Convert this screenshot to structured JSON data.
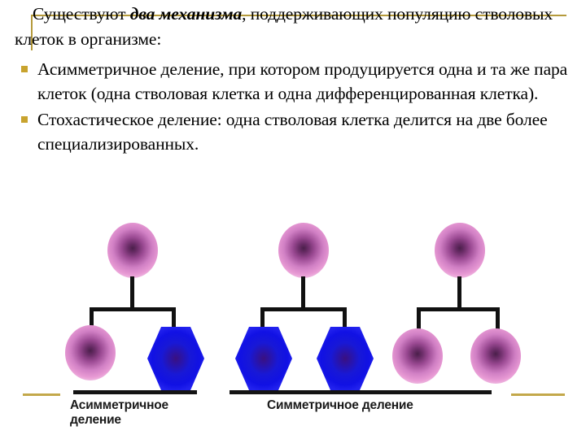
{
  "slide": {
    "lead_paragraph": {
      "before": "Существуют ",
      "emphasis": "два механизма",
      "after": ", поддерживающих популяцию стволовых клеток в организме:"
    },
    "bullets": [
      "Асимметричное деление, при котором продуцируется одна и та же пара клеток (одна стволовая клетка и одна дифференцированная клетка).",
      "Стохастическое деление: одна стволовая клетка делится на две более специализированных."
    ]
  },
  "diagram": {
    "captions": {
      "asymmetric": "Асимметричное деление",
      "symmetric": "Симметричное деление"
    },
    "groups": [
      {
        "id": "asymmetric",
        "parent_type": "stem-cell",
        "children": [
          "stem-cell",
          "differentiated-cell"
        ]
      },
      {
        "id": "symmetric-differentiating",
        "parent_type": "stem-cell",
        "children": [
          "differentiated-cell",
          "differentiated-cell"
        ]
      },
      {
        "id": "symmetric-self-renewing",
        "parent_type": "stem-cell",
        "children": [
          "stem-cell",
          "stem-cell"
        ]
      }
    ]
  },
  "colors": {
    "gold_rule": "#b59a3c",
    "gold_accent": "#c3a84a",
    "bullet_marker": "#c8a32e",
    "stem_cell_outer": "#e89ad4",
    "stem_cell_core": "#4a1f4a",
    "differentiated_outer": "#1111dd",
    "differentiated_core": "#3a1080",
    "connector": "#111111",
    "caption_text": "#1a1a1a",
    "background": "#ffffff"
  }
}
